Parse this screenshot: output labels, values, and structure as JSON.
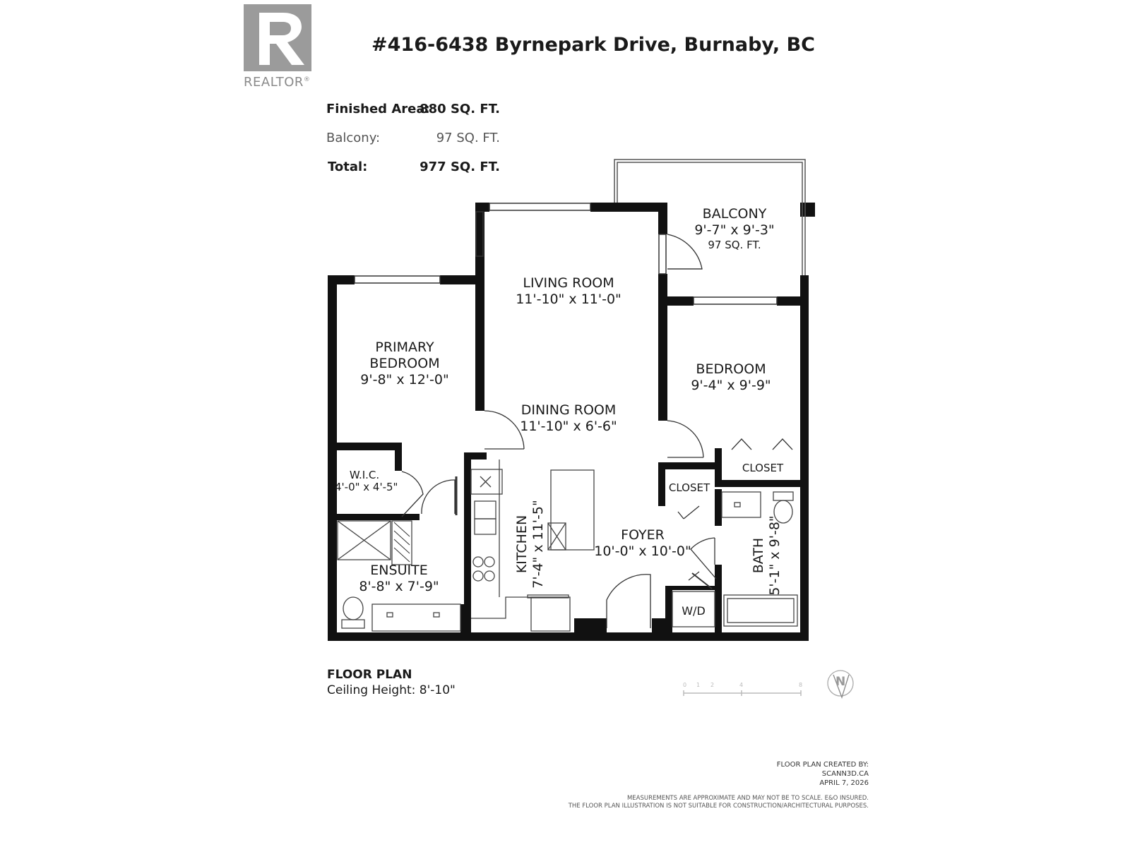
{
  "logo": {
    "text": "REALTOR",
    "mark": "®"
  },
  "address": "#416-6438 Byrnepark Drive, Burnaby, BC",
  "areas": [
    {
      "label": "Finished Area:",
      "value": "880 SQ. FT."
    },
    {
      "label": "Balcony:",
      "value": "97 SQ. FT."
    },
    {
      "label": "Total:",
      "value": "977 SQ. FT."
    }
  ],
  "rooms": {
    "balcony": {
      "name": "BALCONY",
      "dims": "9'-7\" x 9'-3\"",
      "area": "97 SQ. FT."
    },
    "living": {
      "name": "LIVING ROOM",
      "dims": "11'-10\" x 11'-0\""
    },
    "primary": {
      "name1": "PRIMARY",
      "name2": "BEDROOM",
      "dims": "9'-8\" x 12'-0\""
    },
    "bedroom": {
      "name": "BEDROOM",
      "dims": "9'-4\" x 9'-9\""
    },
    "dining": {
      "name": "DINING ROOM",
      "dims": "11'-10\" x 6'-6\""
    },
    "wic": {
      "name": "W.I.C.",
      "dims": "4'-0\" x 4'-5\""
    },
    "closet1": {
      "name": "CLOSET"
    },
    "closet2": {
      "name": "CLOSET"
    },
    "kitchen": {
      "name": "KITCHEN",
      "dims": "7'-4\" x 11'-5\""
    },
    "foyer": {
      "name": "FOYER",
      "dims": "10'-0\" x 10'-0\""
    },
    "bath": {
      "name": "BATH",
      "dims": "5'-1\" x 9'-8\""
    },
    "ensuite": {
      "name": "ENSUITE",
      "dims": "8'-8\" x 7'-9\""
    },
    "wd": {
      "name": "W/D"
    }
  },
  "footer": {
    "title": "FLOOR PLAN",
    "ceiling": "Ceiling Height: 8'-10\""
  },
  "scale_ticks": [
    "0",
    "1",
    "2",
    "4",
    "8"
  ],
  "compass": {
    "letter": "N"
  },
  "credit": [
    "FLOOR PLAN CREATED BY:",
    "SCANN3D.CA",
    "APRIL 7, 2026"
  ],
  "disclaimer": [
    "MEASUREMENTS ARE APPROXIMATE AND MAY NOT BE TO SCALE. E&O INSURED.",
    "THE FLOOR PLAN ILLUSTRATION IS NOT SUITABLE FOR CONSTRUCTION/ARCHITECTURAL PURPOSES."
  ]
}
